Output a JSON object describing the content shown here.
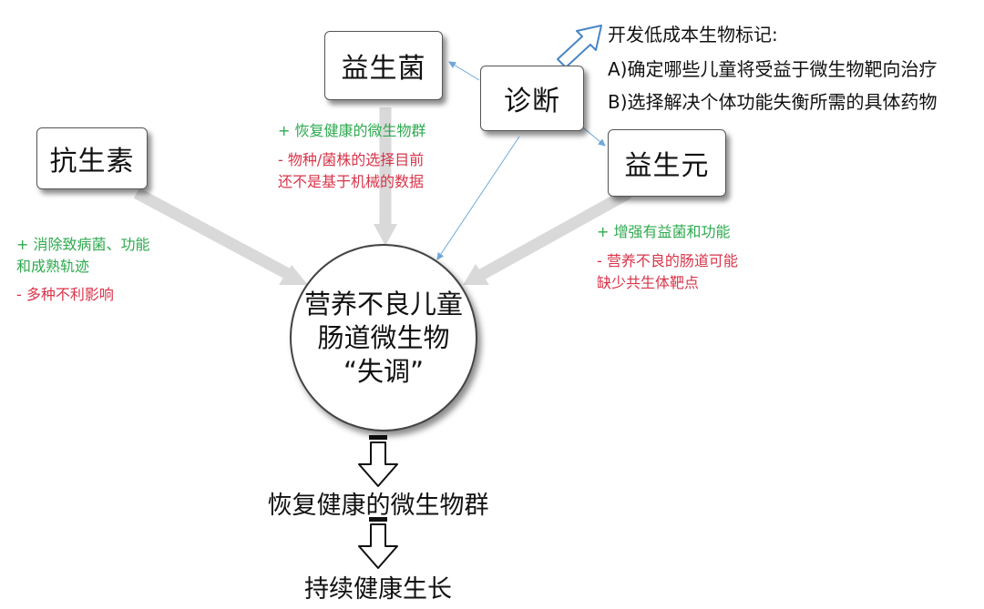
{
  "boxes": {
    "antibiotics": "抗生素",
    "probiotics": "益生菌",
    "diagnosis": "诊断",
    "prebiotics": "益生元"
  },
  "center": {
    "line1": "营养不良儿童",
    "line2": "肠道微生物",
    "line3": "“失调”"
  },
  "notes": {
    "antibiotics_plus_1": "+ 消除致病菌、功能",
    "antibiotics_plus_2": "和成熟轨迹",
    "antibiotics_minus": "- 多种不利影响",
    "probiotics_plus": "+ 恢复健康的微生物群",
    "probiotics_minus_1": "- 物种/菌株的选择目前",
    "probiotics_minus_2": "还不是基于机械的数据",
    "prebiotics_plus": "+ 增强有益菌和功能",
    "prebiotics_minus_1": "- 营养不良的肠道可能",
    "prebiotics_minus_2": "缺少共生体靶点"
  },
  "diagnosis_text": {
    "line1": "开发低成本生物标记:",
    "line2": "A)确定哪些儿童将受益于微生物靶向治疗",
    "line3": "B)选择解决个体功能失衡所需的具体药物"
  },
  "outcomes": {
    "step1": "恢复健康的微生物群",
    "step2": "持续健康生长"
  },
  "colors": {
    "positive": "#2eaa4f",
    "negative": "#d8344a",
    "thick_arrow": "#d9d9d9",
    "thin_arrow": "#6fa8dc"
  }
}
